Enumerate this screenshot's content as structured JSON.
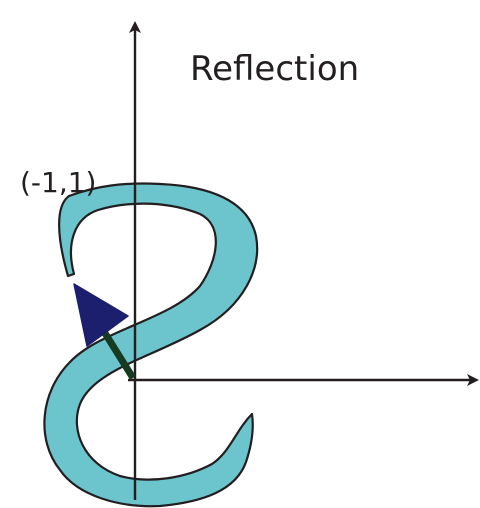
{
  "diagram": {
    "title": "Reflection",
    "point_label": "(-1,1)"
  },
  "colors": {
    "background": "#ffffff",
    "axis": "#231f20",
    "glyph_fill": "#6cc4cd",
    "glyph_stroke": "#231f20",
    "vector_fill": "#1c1f6e",
    "vector_stem": "#163a22"
  },
  "icons": {
    "glyph": "reflected-letter-s",
    "arrow": "arrow-up-left"
  }
}
